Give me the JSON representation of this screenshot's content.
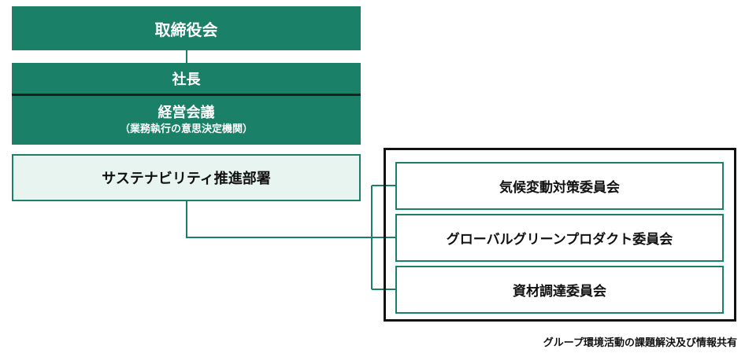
{
  "org": {
    "board": "取締役会",
    "president": "社長",
    "management_meeting": "経営会議",
    "management_meeting_note": "（業務執行の意思決定機関）",
    "sustainability_department": "サステナビリティ推進部署"
  },
  "committees": [
    "気候変動対策委員会",
    "グローバルグリーンプロダクト委員会",
    "資材調達委員会"
  ],
  "group_caption": "グループ環境活動の課題解決及び情報共有",
  "colors": {
    "primary_green": "#1a8068",
    "light_green": "#e8f4f0",
    "frame": "#111111"
  }
}
